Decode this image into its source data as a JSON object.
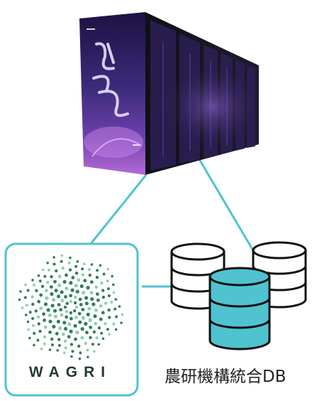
{
  "supercomputer": {
    "icon": "supercomputer-rack-image",
    "colors": {
      "body": "#17171c",
      "panel": "#2a1d55",
      "glow": "#7b4cc8",
      "accent": "#c58de8"
    }
  },
  "wagri": {
    "logo_text": "WAGRI",
    "icon": "wagri-logo",
    "colors": {
      "frame": "#4fc3cf",
      "dots_dark": "#2f7f57",
      "dots_light": "#8fd0a8"
    }
  },
  "database": {
    "label": "農研機構統合DB",
    "icon": "database-cylinders-icon",
    "colors": {
      "highlight": "#4fc3cf",
      "outline": "#111111",
      "plain": "#ffffff"
    }
  },
  "connectors": {
    "color": "#4fc3cf"
  }
}
